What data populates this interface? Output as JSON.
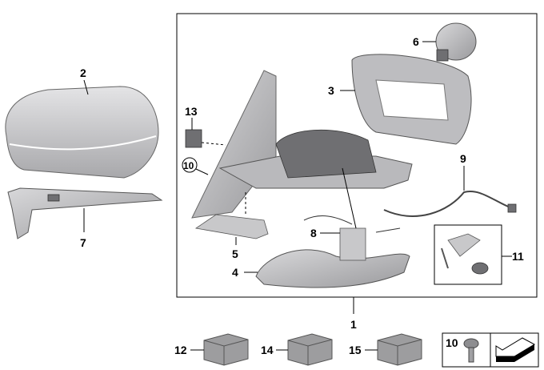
{
  "diagram": {
    "labels": {
      "p1": "1",
      "p2": "2",
      "p3": "3",
      "p4": "4",
      "p5": "5",
      "p6": "6",
      "p7": "7",
      "p8": "8",
      "p9": "9",
      "p10": "10",
      "p11": "11",
      "p12": "12",
      "p13": "13",
      "p14": "14",
      "p15": "15",
      "p10_box": "10"
    }
  }
}
